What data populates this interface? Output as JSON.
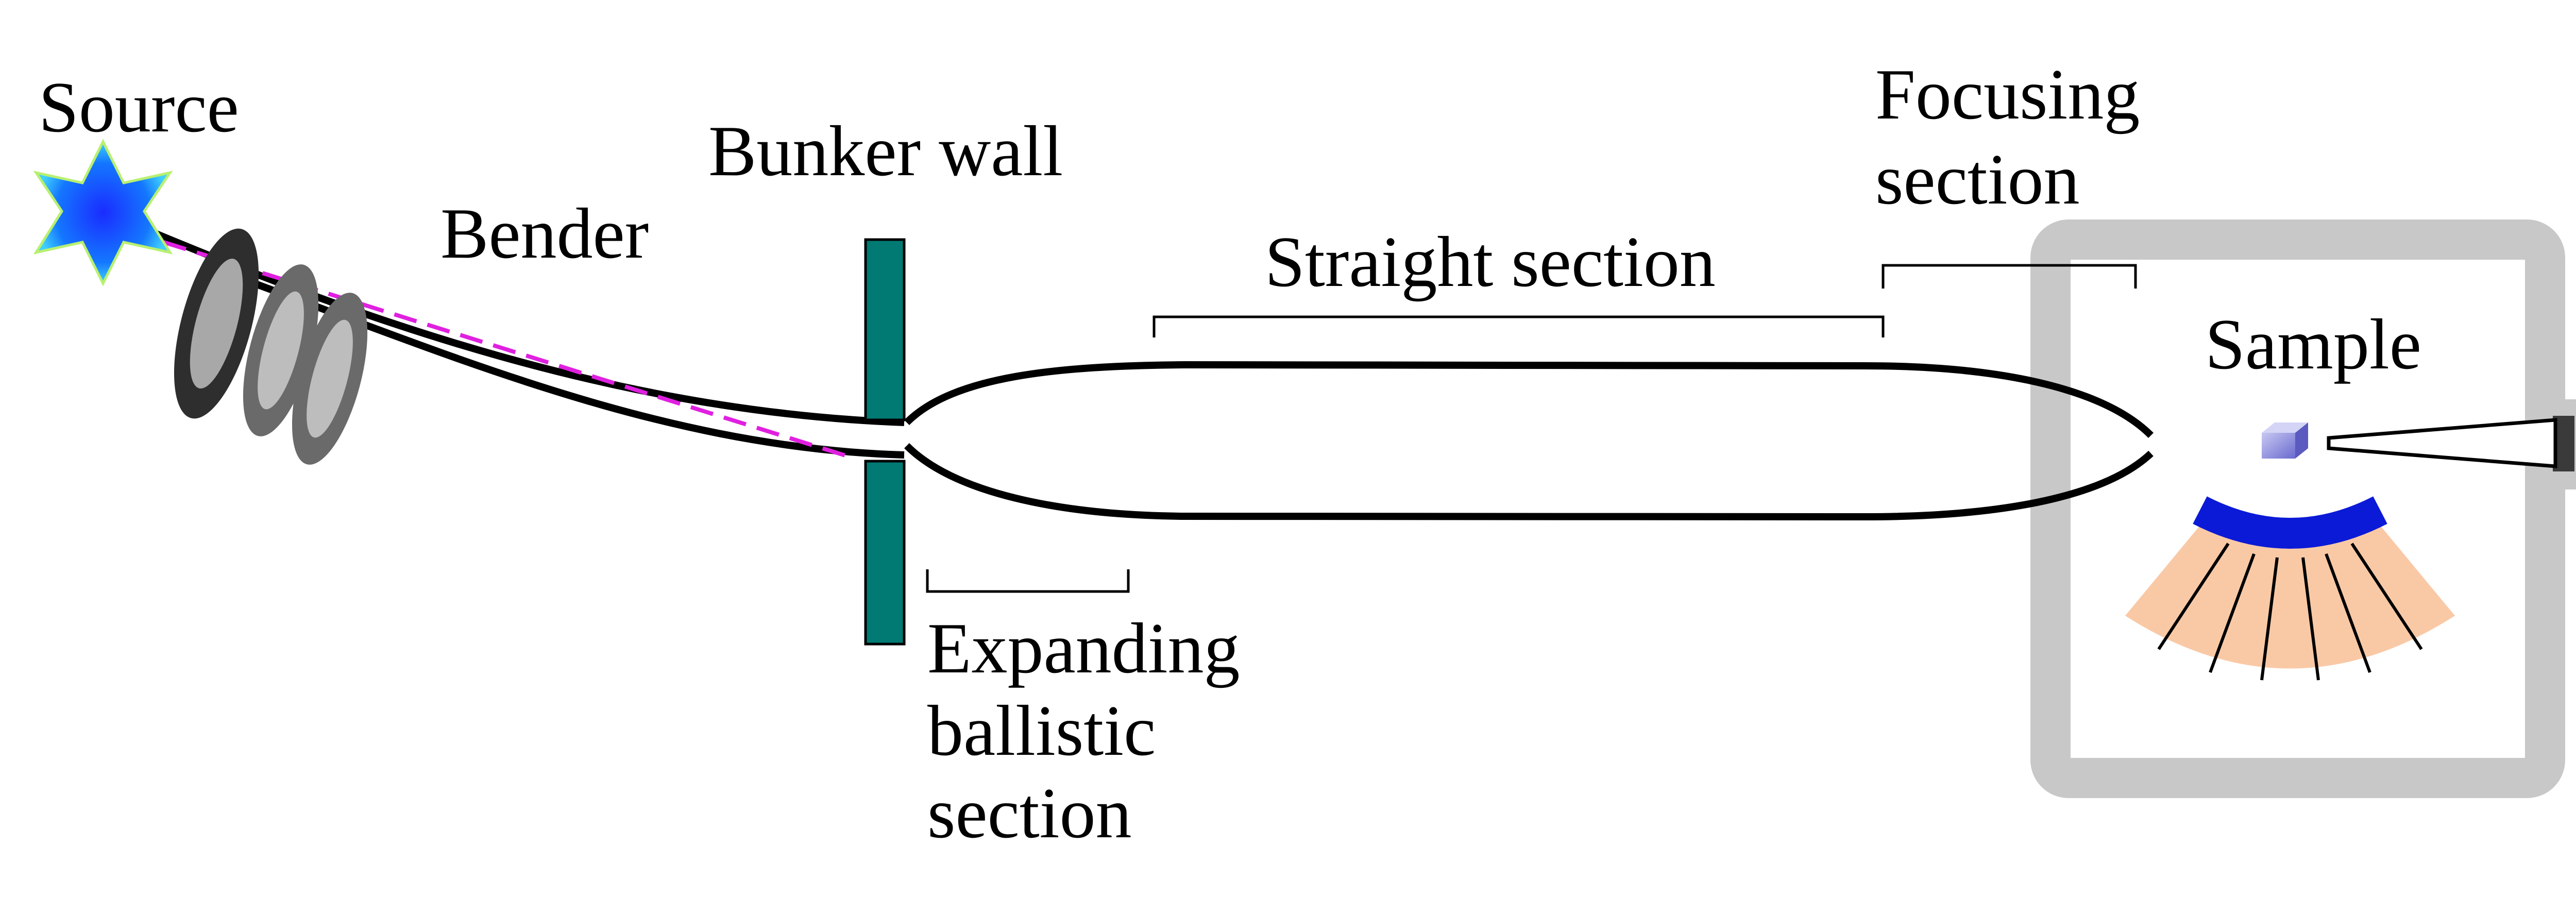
{
  "labels": {
    "source": "Source",
    "bender": "Bender",
    "bunker_wall": "Bunker wall",
    "straight_section": "Straight section",
    "focusing_line1": "Focusing",
    "focusing_line2": "section",
    "sample": "Sample",
    "expanding_line1": "Expanding",
    "expanding_line2": "ballistic",
    "expanding_line3": "section"
  },
  "colors": {
    "guide": "#000000",
    "bunker_wall": "#007a73",
    "beam_path": "#e020e0",
    "source_star": "#1560ff",
    "enclosure": "#c8c8c8",
    "detector_arc": "#0b1ad6",
    "detector_fan": "#f9c9a6",
    "sample_cube": "#8e8ee0",
    "chopper_dark": "#2e2e2e",
    "chopper_mid": "#777777"
  }
}
